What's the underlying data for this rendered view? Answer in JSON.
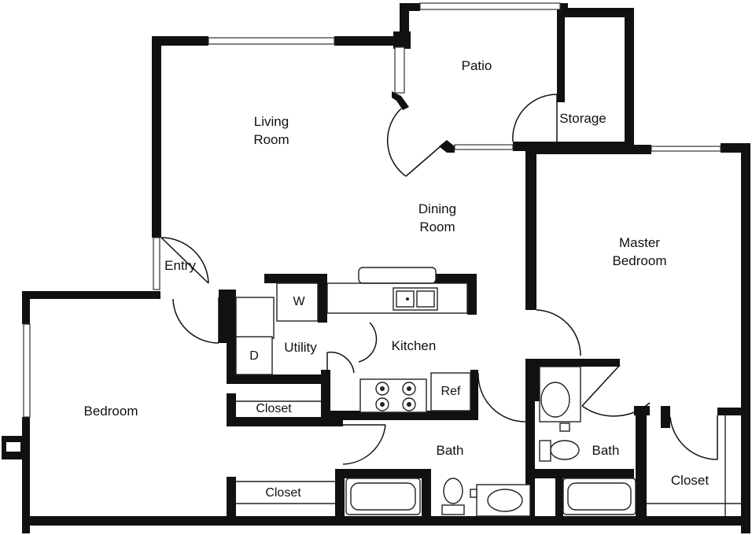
{
  "rooms": {
    "living_room": "Living\nRoom",
    "patio": "Patio",
    "storage": "Storage",
    "dining_room": "Dining\nRoom",
    "master_bedroom": "Master\nBedroom",
    "entry": "Entry",
    "washer": "W",
    "dryer": "D",
    "utility": "Utility",
    "kitchen": "Kitchen",
    "refrigerator": "Ref",
    "bedroom": "Bedroom",
    "closet_bedroom_upper": "Closet",
    "closet_bedroom_lower": "Closet",
    "bath_hall": "Bath",
    "bath_master": "Bath",
    "closet_master": "Closet"
  }
}
